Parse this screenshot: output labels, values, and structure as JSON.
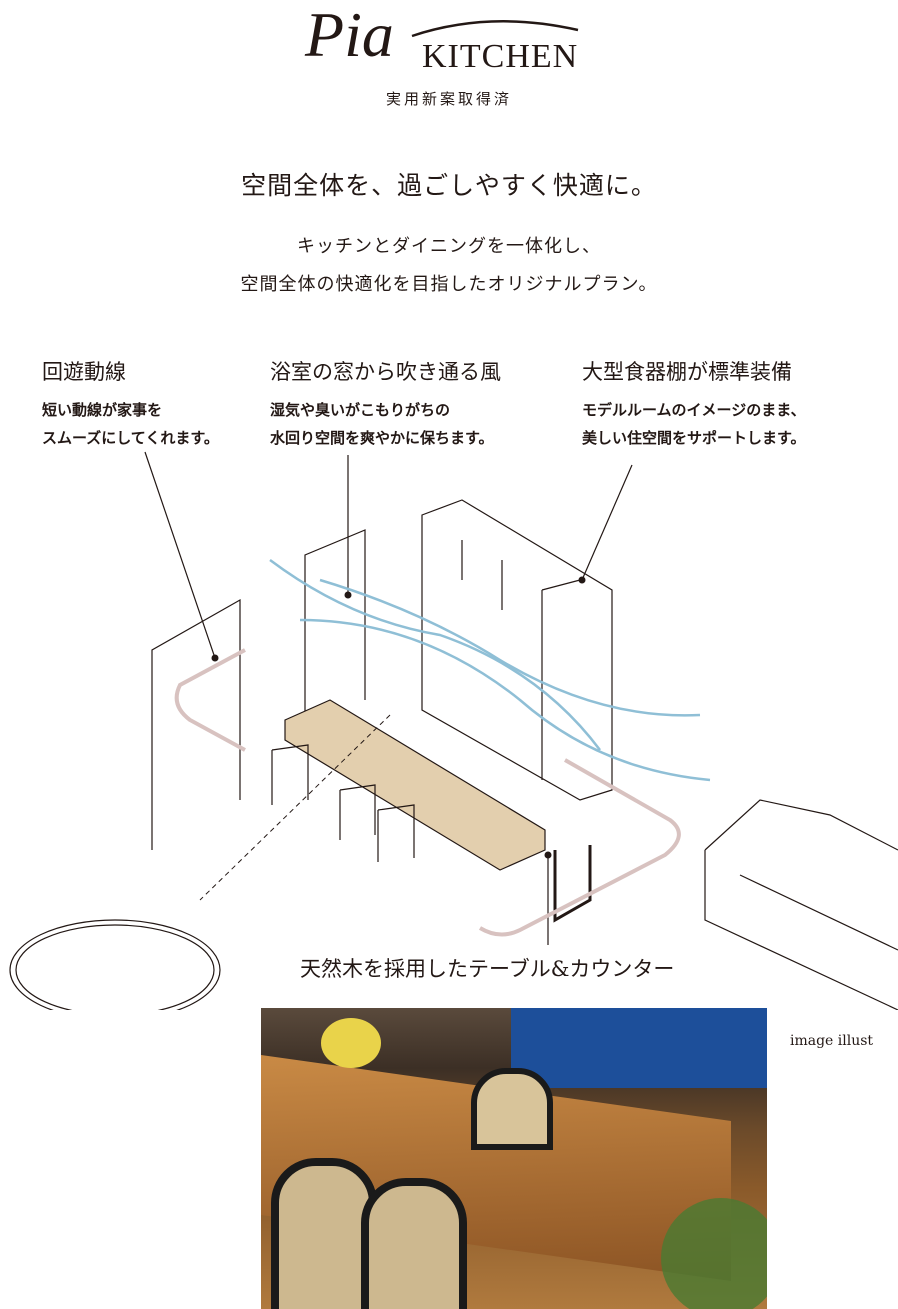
{
  "logo": {
    "script": "Pia",
    "word": "KITCHEN"
  },
  "patent": "実用新案取得済",
  "headline": "空間全体を、過ごしやすく快適に。",
  "lead": [
    "キッチンとダイニングを一体化し、",
    "空間全体の快適化を目指したオリジナルプラン。"
  ],
  "features": [
    {
      "title": "回遊動線",
      "body": [
        "短い動線が家事を",
        "スムーズにしてくれます。"
      ]
    },
    {
      "title": "浴室の窓から吹き通る風",
      "body": [
        "湿気や臭いがこもりがちの",
        "水回り空間を爽やかに保ちます。"
      ]
    },
    {
      "title": "大型食器棚が標準装備",
      "body": [
        "モデルルームのイメージのまま、",
        "美しい住空間をサポートします。"
      ]
    }
  ],
  "caption": "天然木を採用したテーブル&カウンター",
  "note": "image illust",
  "colors": {
    "text": "#231815",
    "wind": "#8fbfd6",
    "path": "#d8c2c0",
    "wood": "#e3cfae"
  }
}
